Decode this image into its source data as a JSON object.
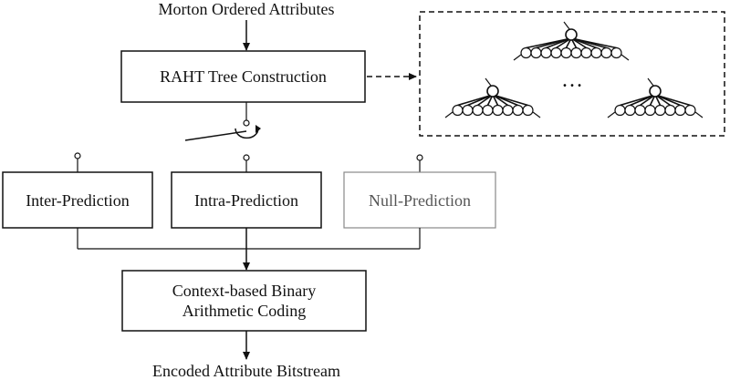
{
  "input_label": "Morton Ordered Attributes",
  "raht_box_label": "RAHT Tree Construction",
  "branches": [
    {
      "label": "Inter-Prediction"
    },
    {
      "label": "Intra-Prediction"
    },
    {
      "label": "Null-Prediction"
    }
  ],
  "coding_box": {
    "line1": "Context-based Binary",
    "line2": "Arithmetic Coding"
  },
  "output_label": "Encoded Attribute Bitstream",
  "tree_panel": {
    "ellipsis": "…"
  }
}
